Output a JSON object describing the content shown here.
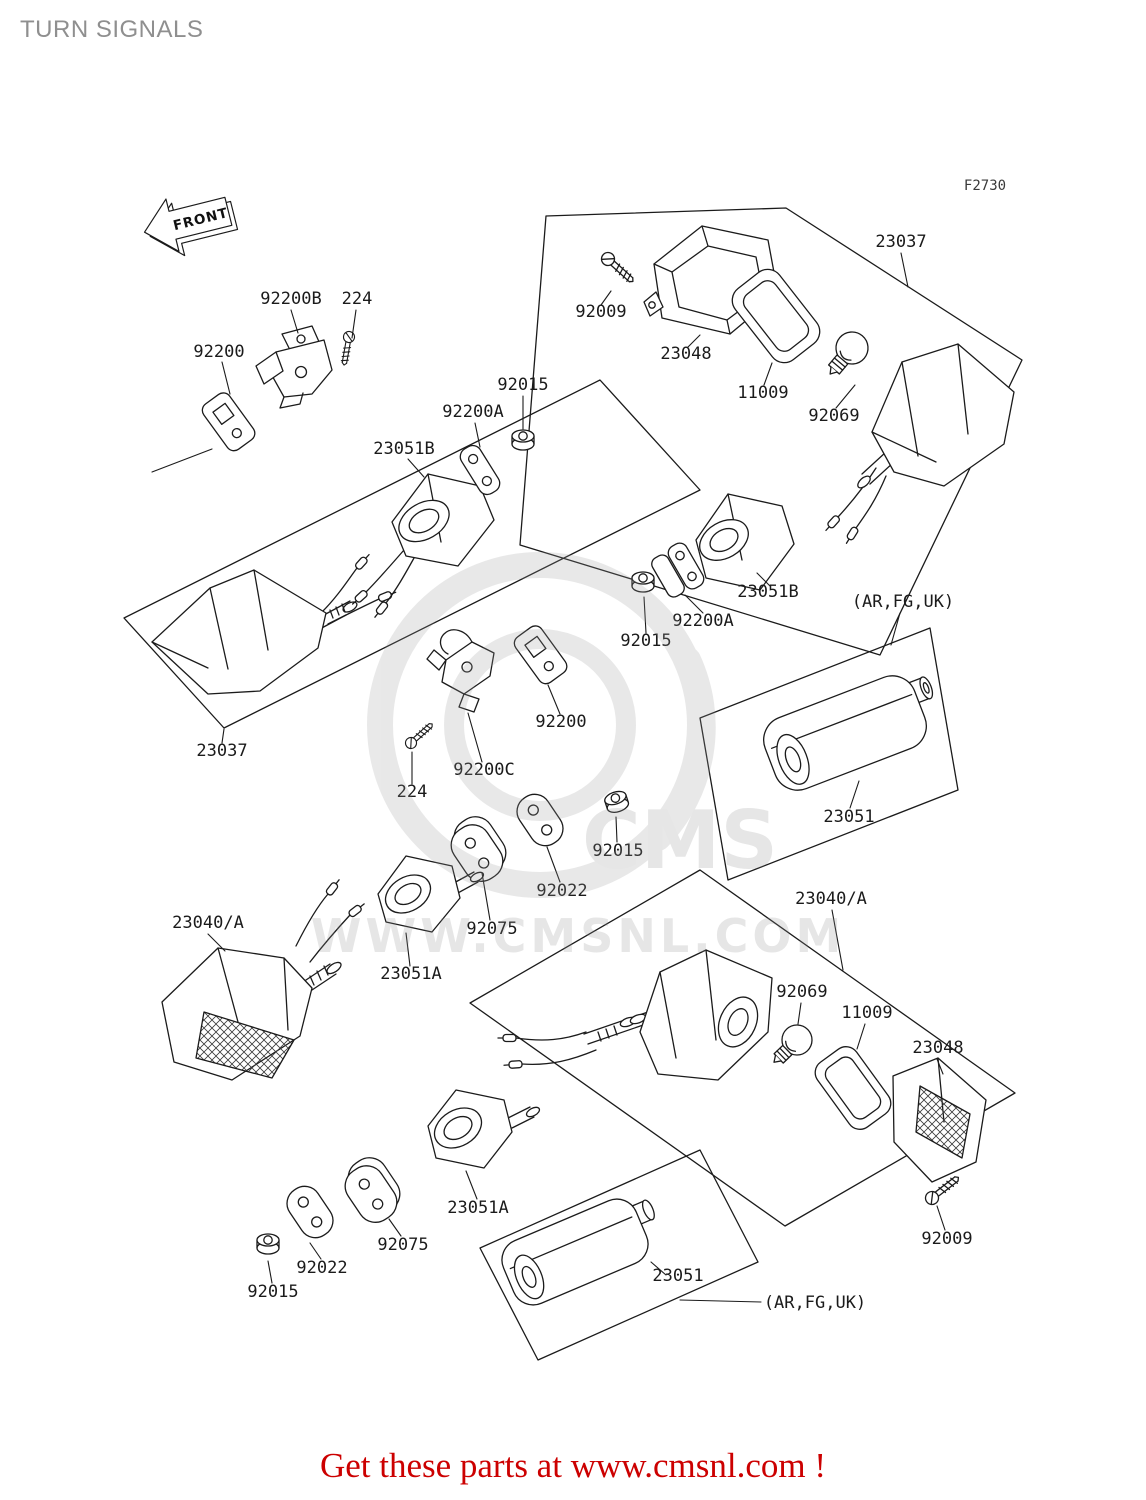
{
  "page": {
    "title": "TURN SIGNALS",
    "figure_code": "F2730",
    "front_marker": "FRONT",
    "footer_text": "Get these parts at www.cmsnl.com !",
    "watermark": {
      "logo_text": "CMS",
      "site_text": "WWW.CMSNL.COM"
    },
    "colors": {
      "footer_red": "#cc0000",
      "title_gray": "#8f8f8f",
      "line": "#1b1b1b",
      "watermark_gray": "#8f8f8f"
    }
  },
  "diagram": {
    "labels": [
      {
        "id": "92200B",
        "text": "92200B"
      },
      {
        "id": "224-1",
        "text": "224"
      },
      {
        "id": "92200-1",
        "text": "92200"
      },
      {
        "id": "23051B-1",
        "text": "23051B"
      },
      {
        "id": "92200A-1",
        "text": "92200A"
      },
      {
        "id": "92015-1",
        "text": "92015"
      },
      {
        "id": "92009-1",
        "text": "92009"
      },
      {
        "id": "23048-1",
        "text": "23048"
      },
      {
        "id": "11009-1",
        "text": "11009"
      },
      {
        "id": "92069-1",
        "text": "92069"
      },
      {
        "id": "23037-right",
        "text": "23037"
      },
      {
        "id": "23051B-2",
        "text": "23051B"
      },
      {
        "id": "92200A-2",
        "text": "92200A"
      },
      {
        "id": "92015-2",
        "text": "92015"
      },
      {
        "id": "92200-2",
        "text": "92200"
      },
      {
        "id": "92200C",
        "text": "92200C"
      },
      {
        "id": "224-2",
        "text": "224"
      },
      {
        "id": "92015-3",
        "text": "92015"
      },
      {
        "id": "92022-1",
        "text": "92022"
      },
      {
        "id": "92075-1",
        "text": "92075"
      },
      {
        "id": "23051A-1",
        "text": "23051A"
      },
      {
        "id": "23040A-left",
        "text": "23040/A"
      },
      {
        "id": "23037-left",
        "text": "23037"
      },
      {
        "id": "23051-1",
        "text": "23051"
      },
      {
        "id": "ar-fg-uk-1",
        "text": "(AR,FG,UK)"
      },
      {
        "id": "23040A-right",
        "text": "23040/A"
      },
      {
        "id": "92069-2",
        "text": "92069"
      },
      {
        "id": "11009-2",
        "text": "11009"
      },
      {
        "id": "23048-2",
        "text": "23048"
      },
      {
        "id": "92009-2",
        "text": "92009"
      },
      {
        "id": "23051A-2",
        "text": "23051A"
      },
      {
        "id": "92075-2",
        "text": "92075"
      },
      {
        "id": "92022-2",
        "text": "92022"
      },
      {
        "id": "92015-4",
        "text": "92015"
      },
      {
        "id": "23051-2",
        "text": "23051"
      },
      {
        "id": "ar-fg-uk-2",
        "text": "(AR,FG,UK)"
      }
    ]
  }
}
